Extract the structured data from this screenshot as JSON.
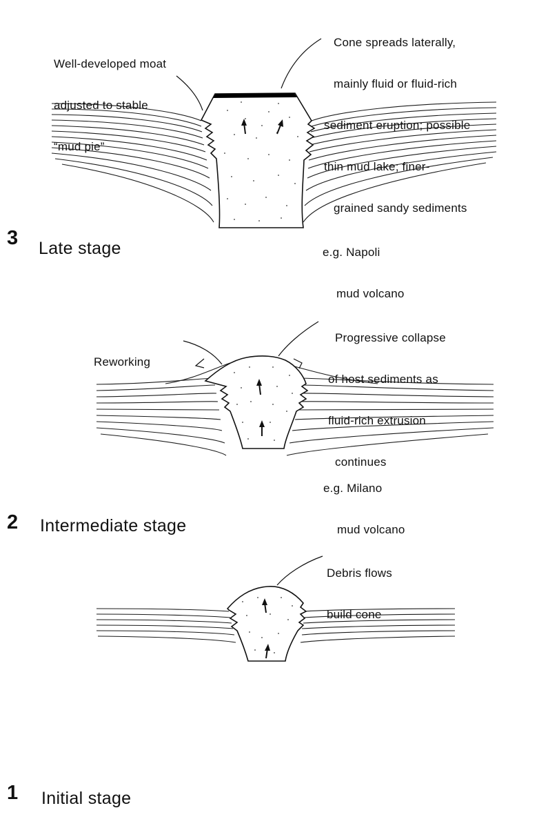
{
  "colors": {
    "ink": "#111111",
    "background": "#ffffff",
    "mud_lake": "#000000"
  },
  "stages": [
    {
      "number": "3",
      "name": "Late stage",
      "annotations": [
        {
          "lines": [
            "Well-developed moat",
            "adjusted to stable",
            "“mud pie”"
          ]
        },
        {
          "lines": [
            "Cone spreads laterally,",
            "mainly fluid or fluid-rich",
            "sediment eruption; possible",
            "thin mud lake; finer-",
            "grained sandy sediments"
          ]
        }
      ],
      "example": [
        "e.g. Napoli",
        "mud volcano"
      ]
    },
    {
      "number": "2",
      "name": "Intermediate stage",
      "annotations": [
        {
          "lines": [
            "Reworking"
          ]
        },
        {
          "lines": [
            "Progressive collapse",
            "of host sediments as",
            "fluid-rich extrusion",
            "continues"
          ]
        }
      ],
      "example": [
        "e.g. Milano",
        "mud volcano"
      ]
    },
    {
      "number": "1",
      "name": "Initial stage",
      "annotations": [
        {
          "lines": [
            "Debris flows",
            "build cone"
          ]
        }
      ]
    }
  ]
}
